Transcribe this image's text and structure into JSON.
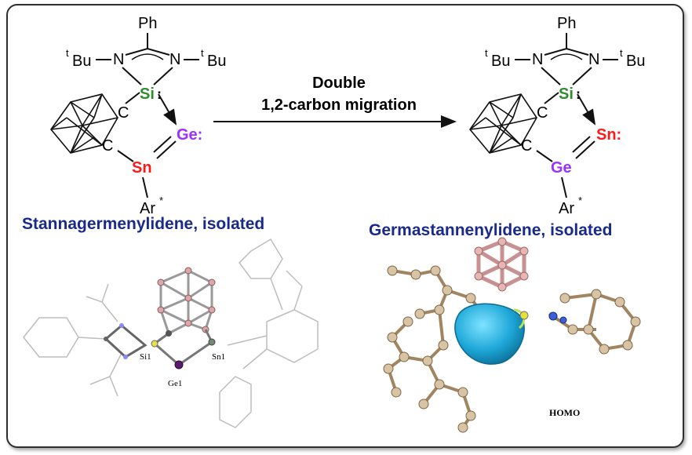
{
  "arrow": {
    "line1": "Double",
    "line2": "1,2-carbon migration"
  },
  "left": {
    "caption": "Stannagermenylidene, isolated",
    "atoms": {
      "ph": "Ph",
      "n1": "N",
      "n2": "N",
      "tbu_sup": "t",
      "tbu": "Bu",
      "si": "Si",
      "c1": "C",
      "c2": "C",
      "ge": "Ge:",
      "sn": "Sn",
      "ar": "Ar",
      "star": "*"
    },
    "crystal_labels": {
      "si": "Si1",
      "sn": "Sn1",
      "ge": "Ge1"
    }
  },
  "right": {
    "caption": "Germastannenylidene, isolated",
    "atoms": {
      "ph": "Ph",
      "n1": "N",
      "n2": "N",
      "tbu_sup": "t",
      "tbu": "Bu",
      "si": "Si",
      "c1": "C",
      "c2": "C",
      "sn": "Sn:",
      "ge": "Ge",
      "ar": "Ar",
      "star": "*"
    },
    "homo_label": "HOMO"
  },
  "colors": {
    "si": "#2e8b2e",
    "ge": "#9b30ff",
    "sn": "#ff1a1a",
    "caption": "#1a2a8c",
    "homo": "#1ea7d8"
  }
}
